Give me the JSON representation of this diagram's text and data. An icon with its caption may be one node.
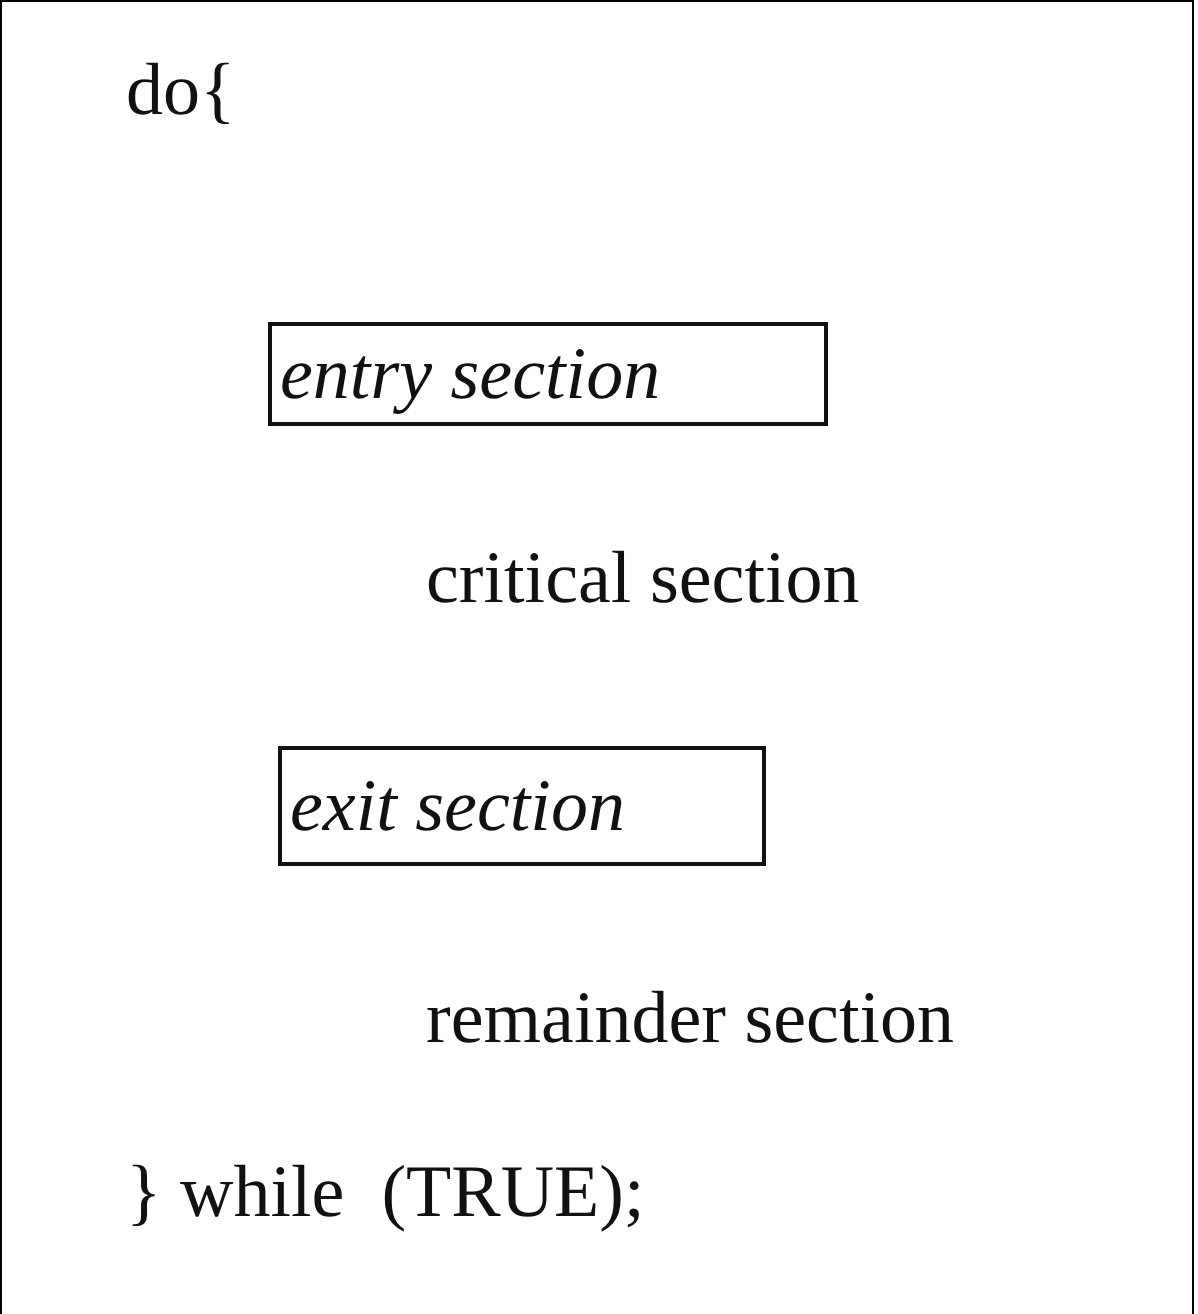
{
  "diagram": {
    "nodes": [
      {
        "text": [
          "entry section"
        ]
      },
      {
        "text": [
          "exit section"
        ]
      }
    ],
    "labels": [
      "do{",
      "critical section",
      "remainder section",
      "} while  (TRUE);"
    ]
  }
}
